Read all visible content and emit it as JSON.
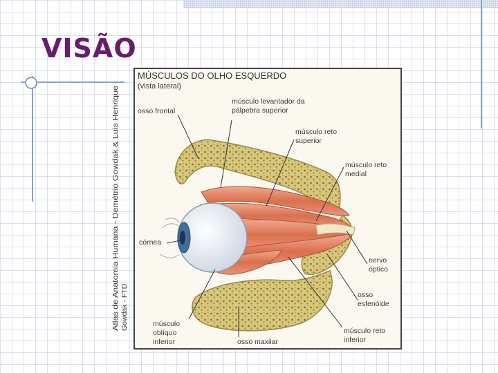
{
  "slide": {
    "title": "VISÃO",
    "credit_line1": "Atlas de Anatomia Humana - Demétrio Gowdak & Luis Henrique",
    "credit_line2": "Gowdak - FTD"
  },
  "figure": {
    "heading": "MÚSCULOS DO OLHO ESQUERDO",
    "subheading": "(vista lateral)",
    "labels": {
      "frontal": "osso frontal",
      "levator_1": "músculo levantador da",
      "levator_2": "pálpebra superior",
      "superior_1": "músculo reto",
      "superior_2": "superior",
      "medial_1": "músculo reto",
      "medial_2": "medial",
      "cornea": "córnea",
      "optic_1": "nervo",
      "optic_2": "óptico",
      "sphenoid_1": "osso",
      "sphenoid_2": "esfenóide",
      "oblique_1": "músculo",
      "oblique_2": "oblíquo",
      "oblique_3": "inferior",
      "maxilla": "osso maxilar",
      "inferior_1": "músculo reto",
      "inferior_2": "inferior"
    }
  },
  "colors": {
    "title": "#6b1a6e",
    "bone": "#d9c77a",
    "muscle": "#e0876a",
    "eyeball": "#e9eef4",
    "iris": "#3f6f9a",
    "label_text": "#3a3a3a"
  }
}
